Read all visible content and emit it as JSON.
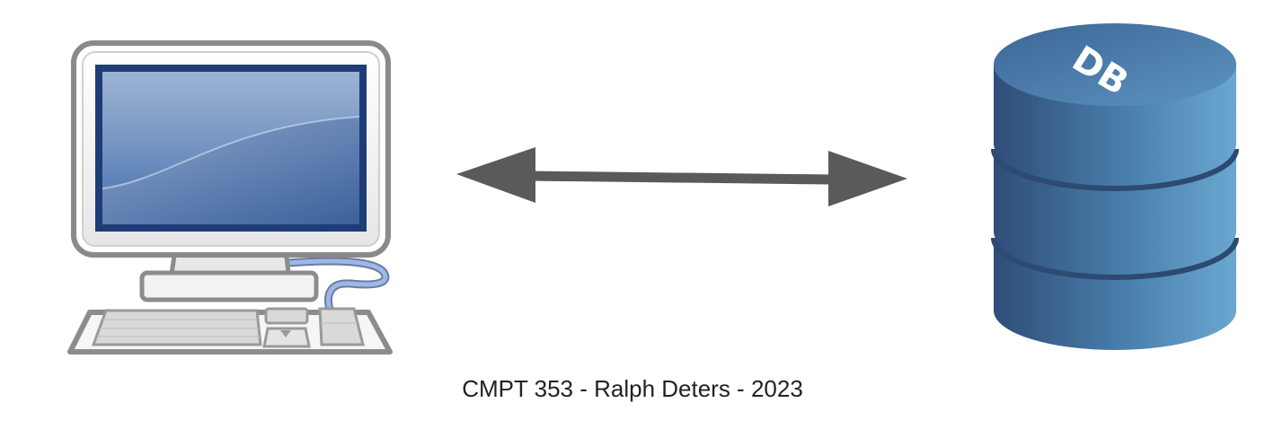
{
  "diagram": {
    "nodes": [
      {
        "id": "computer",
        "icon": "desktop-computer-icon"
      },
      {
        "id": "database",
        "icon": "database-icon",
        "label": "DB"
      }
    ],
    "edges": [
      {
        "from": "computer",
        "to": "database",
        "direction": "bidirectional"
      }
    ]
  },
  "footer": {
    "text": "CMPT 353 - Ralph Deters - 2023"
  },
  "colors": {
    "arrow": "#5a5a5a",
    "db_dark": "#2e4f7a",
    "db_light": "#6aa8d0",
    "screen_dark": "#1e3c78",
    "screen_light": "#7e9ec8",
    "cable": "#6a8fd0"
  }
}
